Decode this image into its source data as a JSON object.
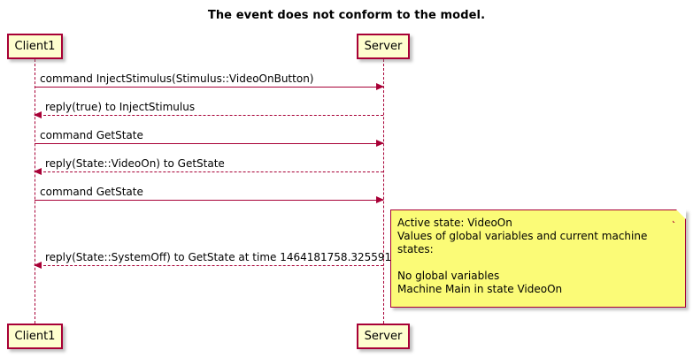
{
  "title": "The event does not conform to the model.",
  "participants": [
    {
      "id": "client1",
      "label": "Client1"
    },
    {
      "id": "server",
      "label": "Server"
    }
  ],
  "footer_participants": [
    {
      "id": "client1",
      "label": "Client1"
    },
    {
      "id": "server",
      "label": "Server"
    }
  ],
  "messages": [
    {
      "index": 1,
      "label": "command InjectStimulus(Stimulus::VideoOnButton)",
      "from": "Client1",
      "to": "Server",
      "direction": "right",
      "style": "solid"
    },
    {
      "index": 2,
      "label": "reply(true) to InjectStimulus",
      "from": "Server",
      "to": "Client1",
      "direction": "left",
      "style": "dashed"
    },
    {
      "index": 3,
      "label": "command GetState",
      "from": "Client1",
      "to": "Server",
      "direction": "right",
      "style": "solid"
    },
    {
      "index": 4,
      "label": "reply(State::VideoOn) to GetState",
      "from": "Server",
      "to": "Client1",
      "direction": "left",
      "style": "dashed"
    },
    {
      "index": 5,
      "label": "command GetState",
      "from": "Client1",
      "to": "Server",
      "direction": "right",
      "style": "solid"
    },
    {
      "index": 6,
      "label": "reply(State::SystemOff) to GetState at time 1464181758.325591",
      "from": "Server",
      "to": "Client1",
      "direction": "left",
      "style": "dashed"
    }
  ],
  "note": {
    "attached_to": "Server",
    "lines": [
      "Active state: VideoOn",
      "Values of global variables and current machine states:",
      "",
      "No global variables",
      "Machine Main in state VideoOn"
    ],
    "text": "Active state: VideoOn\nValues of global variables and current machine states:\n\nNo global variables\nMachine Main in state VideoOn"
  },
  "colors": {
    "accent": "#A80036",
    "participant_fill": "#FEFECE",
    "note_fill": "#FBFB77",
    "background": "#FFFFFF",
    "text": "#000000"
  }
}
